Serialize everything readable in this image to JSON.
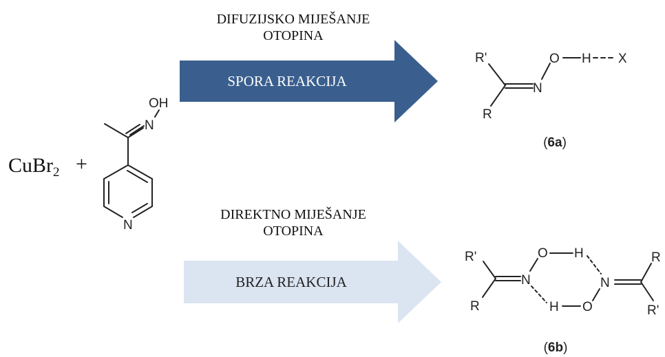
{
  "reagent": {
    "name": "CuBr",
    "subscript": "2",
    "plus": "+"
  },
  "ligand": {
    "atoms": {
      "oh": "OH",
      "oxime_n": "N",
      "ring_n": "N"
    }
  },
  "top_path": {
    "caption_line1": "DIFUZIJSKO  MIJEŠANJE",
    "caption_line2": "OTOPINA",
    "arrow_label": "SPORA REAKCIJA",
    "arrow_color": "#3a5f8e",
    "label_color": "#ffffff"
  },
  "bottom_path": {
    "caption_line1": "DIREKTNO MIJEŠANJE",
    "caption_line2": "OTOPINA",
    "arrow_label": "BRZA REAKCIJA",
    "arrow_color": "#dbe4f1",
    "label_color": "#222222"
  },
  "product_a": {
    "atoms": {
      "r_prime": "R'",
      "r": "R",
      "n": "N",
      "o": "O",
      "h": "H",
      "x": "X"
    },
    "label_open": "(",
    "label_bold": "6a",
    "label_close": ")"
  },
  "product_b": {
    "atoms": {
      "r_prime_left": "R'",
      "r_left": "R",
      "n_left": "N",
      "o_top": "O",
      "h_top": "H",
      "h_bottom": "H",
      "o_bottom": "O",
      "n_right": "N",
      "r_right": "R",
      "r_prime_right": "R'"
    },
    "label_open": "(",
    "label_bold": "6b",
    "label_close": ")"
  }
}
